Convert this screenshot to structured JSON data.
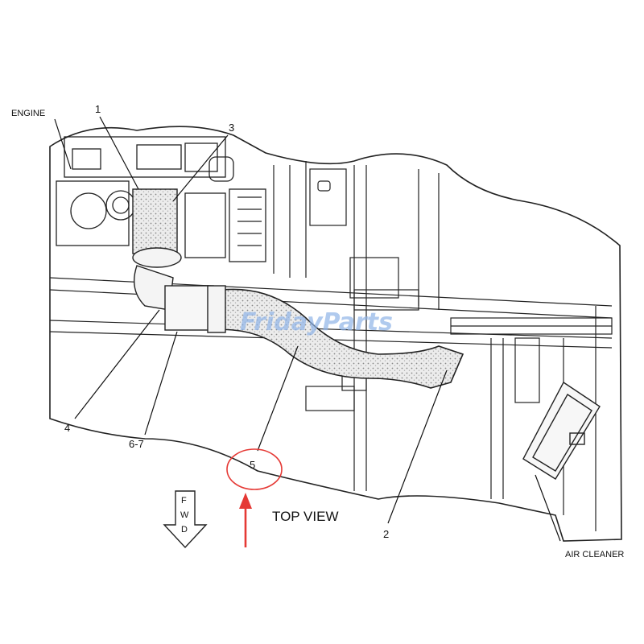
{
  "labels": {
    "engine": "ENGINE",
    "air_cleaner": "AIR CLEANER",
    "top_view": "TOP VIEW",
    "fwd_f": "F",
    "fwd_w": "W",
    "fwd_d": "D"
  },
  "callouts": {
    "c1": "1",
    "c2": "2",
    "c3": "3",
    "c4": "4",
    "c5": "5",
    "c67": "6-7"
  },
  "watermark": "FridayParts",
  "colors": {
    "line": "#222222",
    "hose_fill": "#e9e9e9",
    "highlight": "#e53935",
    "watermark": "#8fb4e8"
  }
}
